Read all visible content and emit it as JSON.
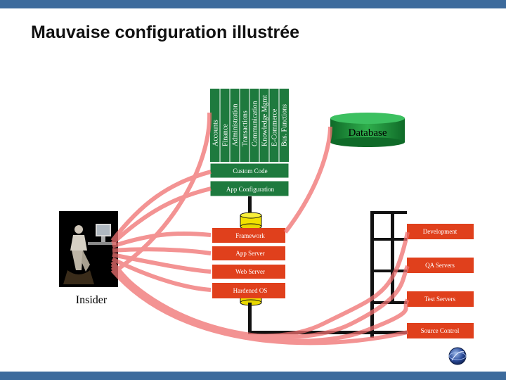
{
  "title": "Mauvaise configuration illustrée",
  "colors": {
    "accent_bar": "#3d6b9c",
    "module_green": "#1e7a3e",
    "box_red": "#e0401c",
    "arrow": "#f07070",
    "database": "#1f8a3a"
  },
  "app_modules": [
    "Accounts",
    "Finance",
    "Administration",
    "Transactions",
    "Communication",
    "Knowledge Mgmt",
    "E-Commerce",
    "Bus. Functions"
  ],
  "database_label": "Database",
  "stack": {
    "custom_code": "Custom Code",
    "app_configuration": "App Configuration",
    "framework": "Framework",
    "app_server": "App Server",
    "web_server": "Web Server",
    "hardened_os": "Hardened OS"
  },
  "environments": [
    "Development",
    "QA Servers",
    "Test Servers",
    "Source Control"
  ],
  "insider_label": "Insider",
  "icons": {
    "person": "insider-at-computer",
    "logo": "globe-logo"
  }
}
